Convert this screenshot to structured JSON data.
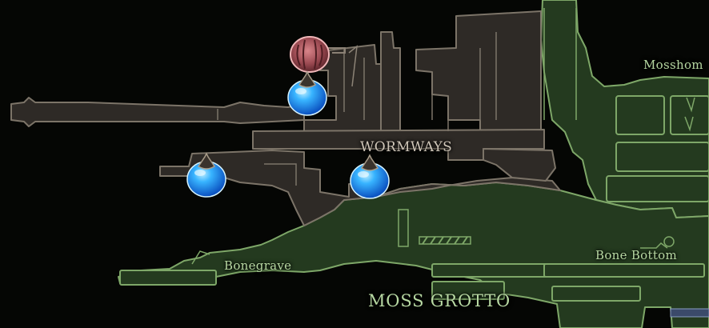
{
  "map": {
    "region_labels": {
      "wormways": "WORMWAYS",
      "moss_grotto": "MOSS GROTTO"
    },
    "area_labels": {
      "mosshome": "Mosshom",
      "bonegrave": "Bonegrave",
      "bone_bottom": "Bone Bottom"
    },
    "markers": {
      "pins": [
        {
          "type": "blue-orb-pin-icon"
        },
        {
          "type": "blue-orb-pin-icon"
        },
        {
          "type": "blue-orb-pin-icon"
        }
      ],
      "cocoon": {
        "type": "red-cocoon-icon"
      }
    },
    "colors": {
      "background": "#050604",
      "wormways_fill": "#2e2a26",
      "wormways_stroke": "#7c7468",
      "moss_fill": "#243a1f",
      "moss_stroke": "#7ea768",
      "label_green": "#b7d8a2",
      "label_brown": "#cfc6b8",
      "pin_blue": "#2aa3ff"
    }
  }
}
